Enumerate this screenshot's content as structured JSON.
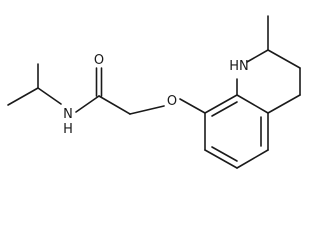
{
  "structure": {
    "atom_labels": {
      "carbonyl_oxygen": "O",
      "amide_nitrogen": "N",
      "amide_hydrogen": "H",
      "ether_oxygen": "O",
      "ring_amine": "HN"
    },
    "colors": {
      "bond": "#1a1a1a",
      "background": "#ffffff"
    }
  }
}
